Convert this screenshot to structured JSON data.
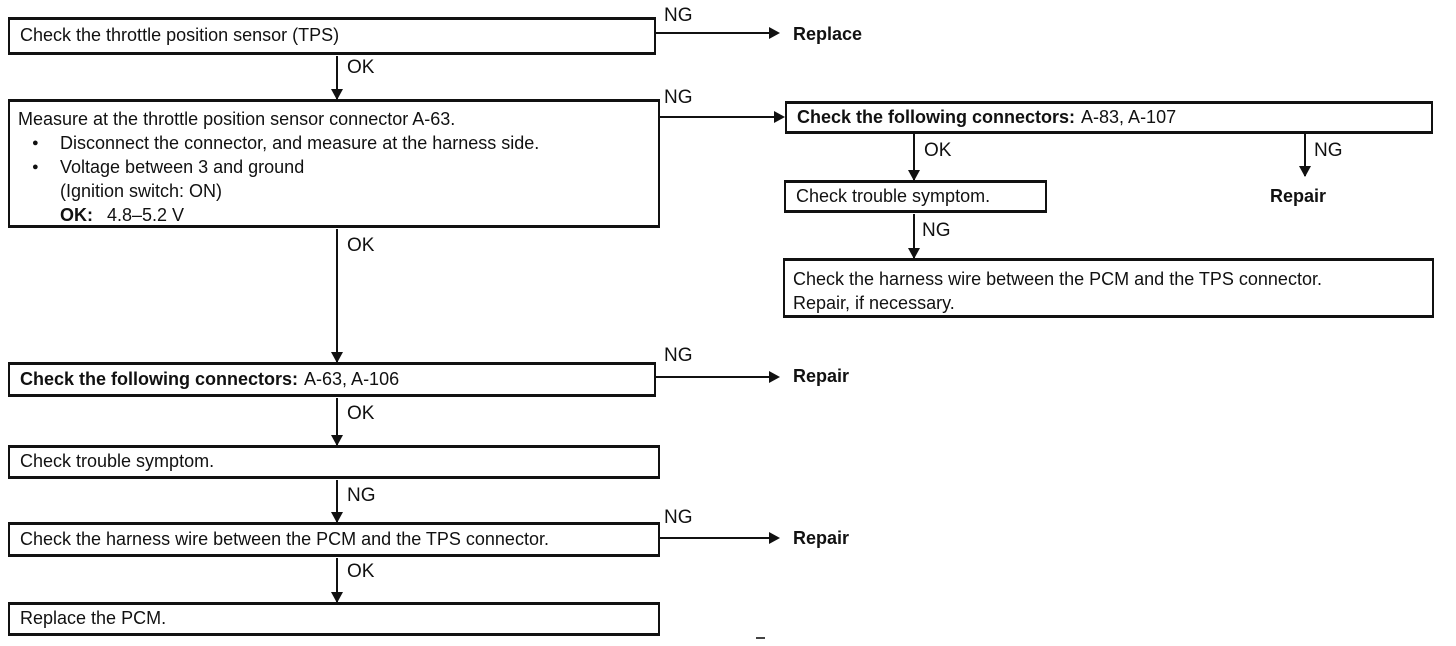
{
  "colors": {
    "ink": "#111111",
    "paper": "#ffffff"
  },
  "labels": {
    "ok": "OK",
    "ng": "NG",
    "bullet": "●"
  },
  "terminals": {
    "replace": "Replace",
    "repair": "Repair"
  },
  "steps": {
    "check_tps": "Check the throttle position sensor (TPS)",
    "measure": {
      "title": "Measure at the throttle position sensor connector A-63.",
      "bullet1": "Disconnect the connector, and measure at the harness side.",
      "bullet2": "Voltage between 3 and ground",
      "condition": "(Ignition switch: ON)",
      "ok_key": "OK:",
      "ok_value": "4.8–5.2 V"
    },
    "connectors_left": {
      "prefix": "Check the following connectors:",
      "items": "A-63, A-106"
    },
    "trouble_left": "Check trouble symptom.",
    "harness_left": "Check the harness wire between the PCM and the TPS connector.",
    "replace_pcm": "Replace the PCM.",
    "connectors_right": {
      "prefix": "Check the following connectors:",
      "items": "A-83, A-107"
    },
    "trouble_right": "Check trouble symptom.",
    "harness_right": {
      "line1": "Check the harness wire between the PCM and the TPS connector.",
      "line2": "Repair, if necessary."
    }
  }
}
